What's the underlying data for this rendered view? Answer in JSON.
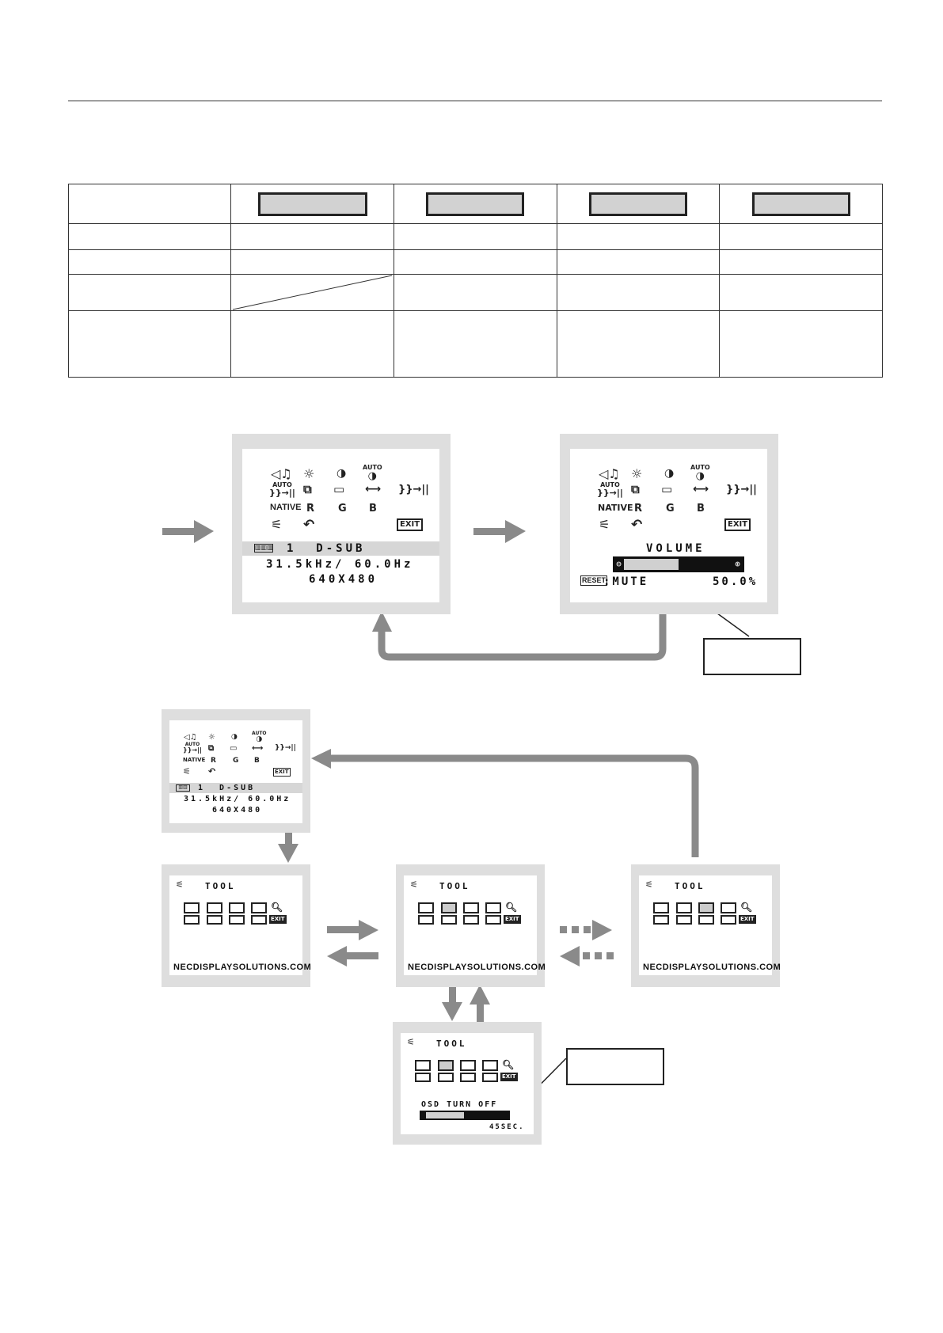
{
  "osd_main": {
    "input": "1  D-SUB",
    "freq": "31.5kHz/ 60.0Hz",
    "res": "640X480"
  },
  "osd_volume": {
    "title": "VOLUME",
    "reset_label": "RESET",
    "mute": ":MUTE",
    "value_text": "50.0%",
    "level": 0.5
  },
  "osd_small": {
    "input": "1  D-SUB",
    "freq": "31.5kHz/ 60.0Hz",
    "res": "640X480"
  },
  "tool": {
    "title": "TOOL",
    "url": "NECDISPLAYSOLUTIONS.COM",
    "osd_turn_off": "OSD TURN OFF",
    "seconds": "45SEC."
  },
  "icons": {
    "row1": [
      "volume-icon",
      "brightness-icon",
      "contrast-icon",
      "auto-contrast-icon"
    ],
    "row2": [
      "auto-adjust-icon",
      "left-right-icon",
      "down-up-icon",
      "h-size-icon",
      "fine-icon"
    ],
    "row3_labels": [
      "NATIVE",
      "R",
      "G",
      "B"
    ],
    "row4": [
      "tool-icon",
      "factory-preset-icon",
      "exit-icon"
    ],
    "exit_label": "EXIT",
    "auto_label": "AUTO"
  },
  "colors": {
    "arrow": "#8a8a8a",
    "screen_bg": "#dedede"
  }
}
